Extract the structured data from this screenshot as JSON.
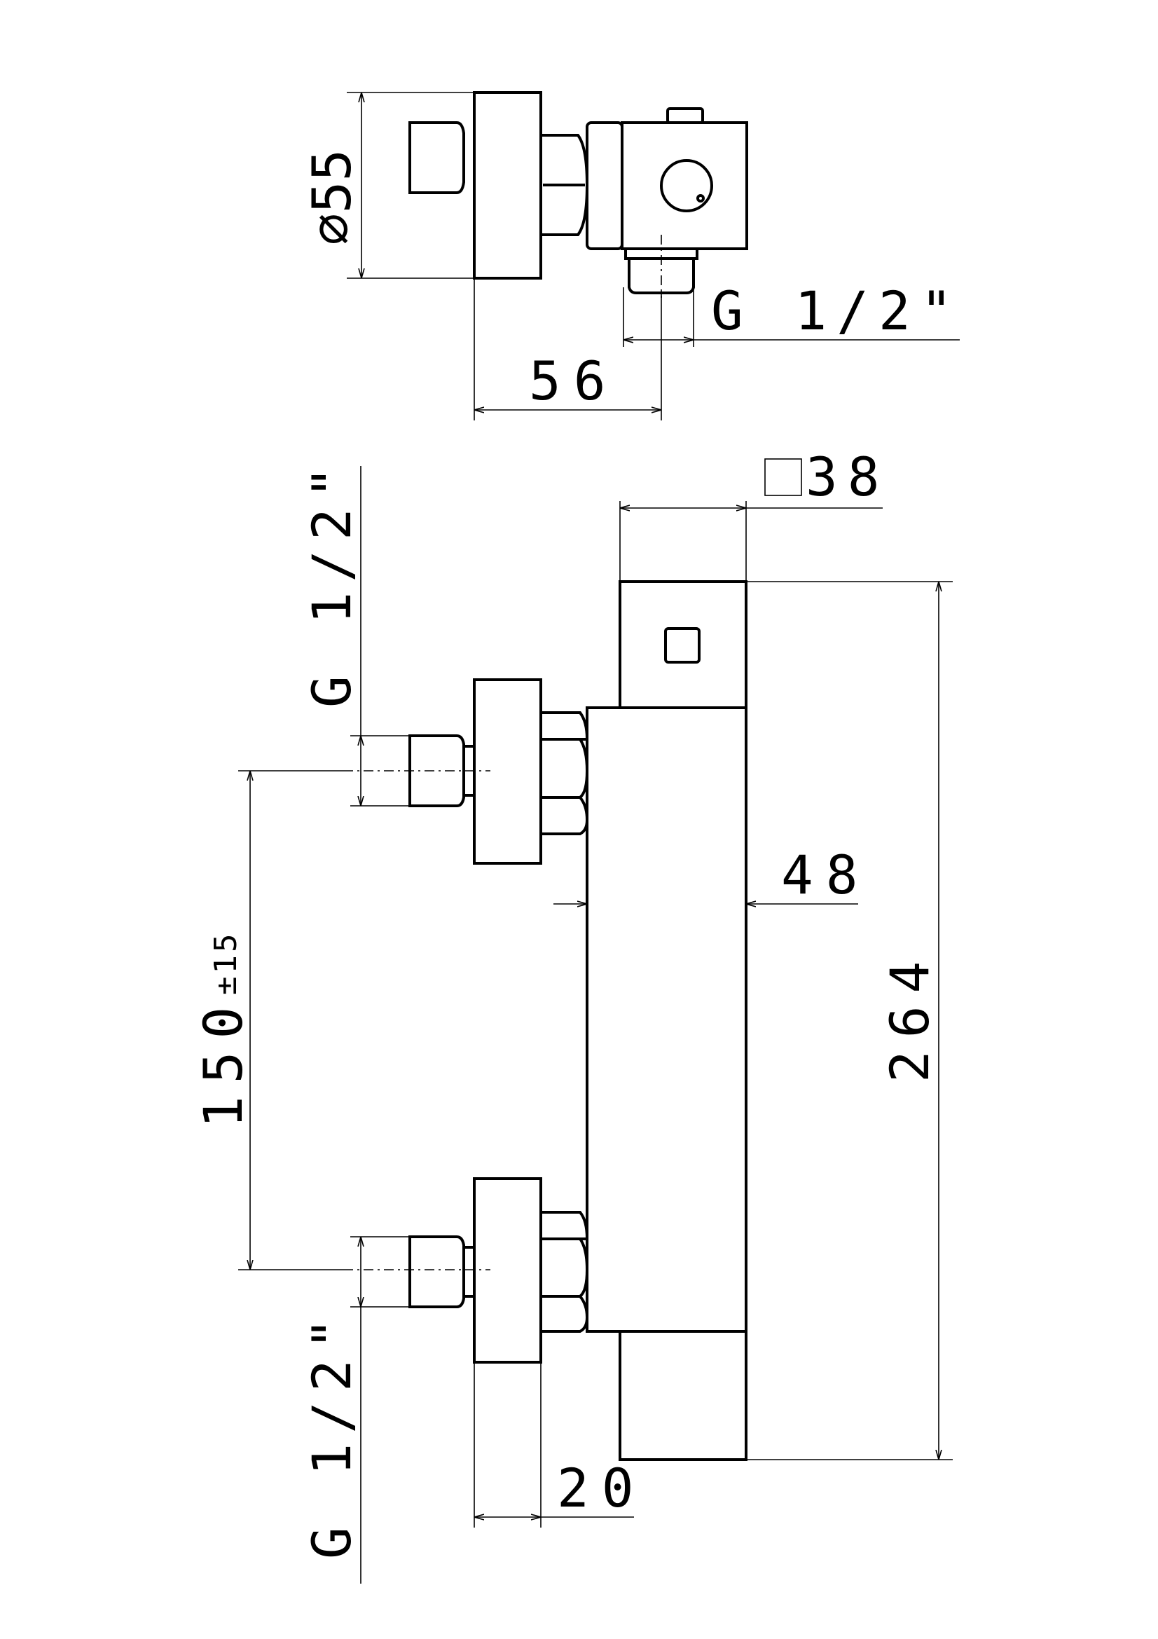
{
  "top_view": {
    "diameter_label": "⌀55",
    "thread_label": "G 1/2\"",
    "depth_label": "56"
  },
  "front_view": {
    "square_label": "38",
    "width_label": "48",
    "height_label": "264",
    "spacing_label": "150",
    "spacing_tolerance": "±15",
    "offset_label": "20",
    "thread_top_label": "G 1/2\"",
    "thread_bottom_label": "G 1/2\""
  }
}
